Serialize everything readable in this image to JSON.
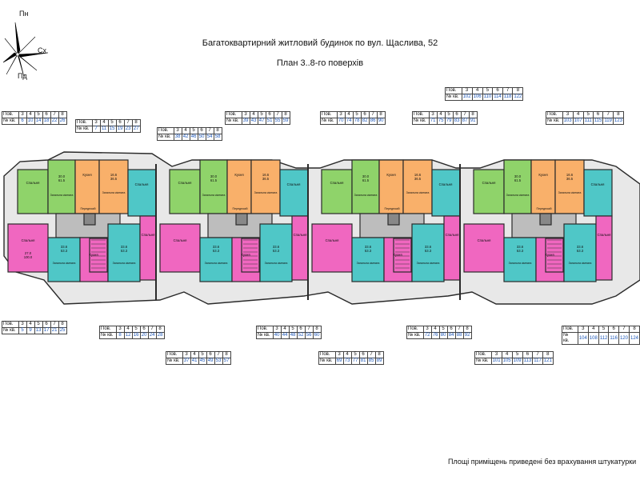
{
  "title": "Багатоквартирний житловий будинок по вул. Щаслива, 52",
  "subtitle": "План 3..8-го поверхів",
  "compass": {
    "north": "Пн",
    "south": "Пд",
    "east": "Сх"
  },
  "table_labels": {
    "floor": "Пов.",
    "apt": "№ кв."
  },
  "floors": [
    "3",
    "4",
    "5",
    "6",
    "7",
    "8"
  ],
  "tables": [
    {
      "id": "t-a",
      "apts": [
        "6",
        "10",
        "14",
        "18",
        "22",
        "26"
      ]
    },
    {
      "id": "t-b",
      "apts": [
        "7",
        "11",
        "15",
        "19",
        "23",
        "27"
      ]
    },
    {
      "id": "t-c",
      "apts": [
        "38",
        "42",
        "46",
        "50",
        "54",
        "58"
      ]
    },
    {
      "id": "t-d",
      "apts": [
        "39",
        "43",
        "47",
        "51",
        "55",
        "59"
      ]
    },
    {
      "id": "t-e",
      "apts": [
        "70",
        "74",
        "78",
        "82",
        "86",
        "90"
      ]
    },
    {
      "id": "t-f",
      "apts": [
        "71",
        "75",
        "79",
        "83",
        "87",
        "91"
      ]
    },
    {
      "id": "t-g",
      "apts": [
        "102",
        "106",
        "110",
        "114",
        "118",
        "122"
      ]
    },
    {
      "id": "t-h",
      "apts": [
        "103",
        "107",
        "111",
        "115",
        "119",
        "123"
      ]
    },
    {
      "id": "t-i",
      "apts": [
        "5",
        "9",
        "13",
        "17",
        "21",
        "25"
      ]
    },
    {
      "id": "t-j",
      "apts": [
        "8",
        "12",
        "16",
        "20",
        "24",
        "28"
      ]
    },
    {
      "id": "t-k",
      "apts": [
        "37",
        "41",
        "45",
        "49",
        "53",
        "57"
      ]
    },
    {
      "id": "t-l",
      "apts": [
        "40",
        "44",
        "48",
        "52",
        "56",
        "60"
      ]
    },
    {
      "id": "t-m",
      "apts": [
        "69",
        "73",
        "77",
        "81",
        "85",
        "89"
      ]
    },
    {
      "id": "t-n",
      "apts": [
        "72",
        "76",
        "80",
        "84",
        "88",
        "92"
      ]
    },
    {
      "id": "t-o",
      "apts": [
        "101",
        "105",
        "109",
        "113",
        "117",
        "121"
      ]
    },
    {
      "id": "t-p",
      "apts": [
        "104",
        "108",
        "112",
        "116",
        "120",
        "124"
      ]
    }
  ],
  "room_labels": {
    "bedroom": "Спальня",
    "kitchen": "Кухня",
    "living": "Загальна кімната",
    "hall": "Передпокій"
  },
  "apartment_areas": {
    "one_room": [
      "33.6",
      "53.3"
    ],
    "two_room": [
      "30.0",
      "61.5"
    ],
    "studio": [
      "16.6",
      "36.5"
    ],
    "corner": [
      "27.0",
      "100.0"
    ]
  },
  "colors": {
    "green": "#8fd36a",
    "orange": "#f9b06a",
    "teal": "#4fc7c7",
    "pink": "#f067c0",
    "core": "#bdbdbd",
    "wall": "#2a2a2a",
    "blue_text": "#1d57b8"
  },
  "footnote": "Площі приміщень приведені без врахування штукатурки"
}
